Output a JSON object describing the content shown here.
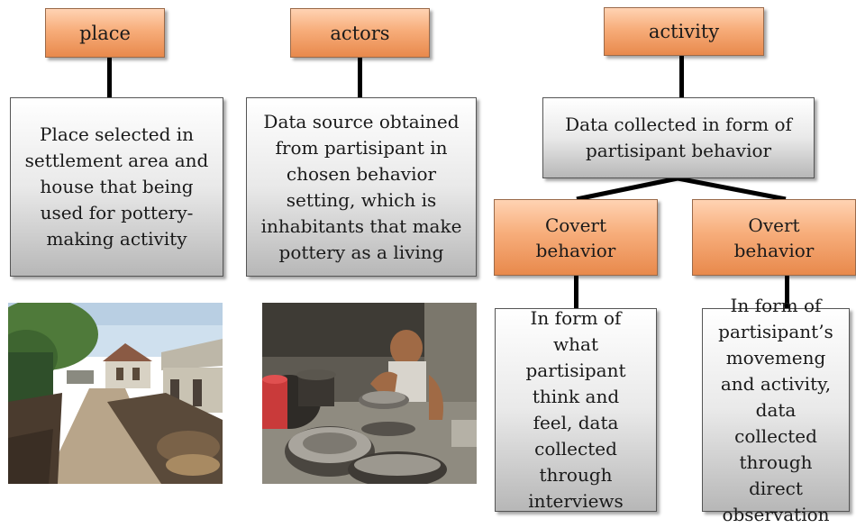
{
  "headers": {
    "place": "place",
    "actors": "actors",
    "activity": "activity"
  },
  "descriptions": {
    "place": "Place selected in settlement area and house that being used for pottery-making activity",
    "actors": "Data source obtained from partisipant in chosen behavior setting, which is inhabitants that make pottery as a living",
    "activity": "Data collected in form of partisipant behavior"
  },
  "behaviors": {
    "covert": {
      "label": "Covert behavior",
      "description": "In form of what partisipant think and feel, data collected through interviews"
    },
    "overt": {
      "label": "Overt behavior",
      "description": "In form of partisipant’s movemeng and activity, data collected through direct observation"
    }
  }
}
